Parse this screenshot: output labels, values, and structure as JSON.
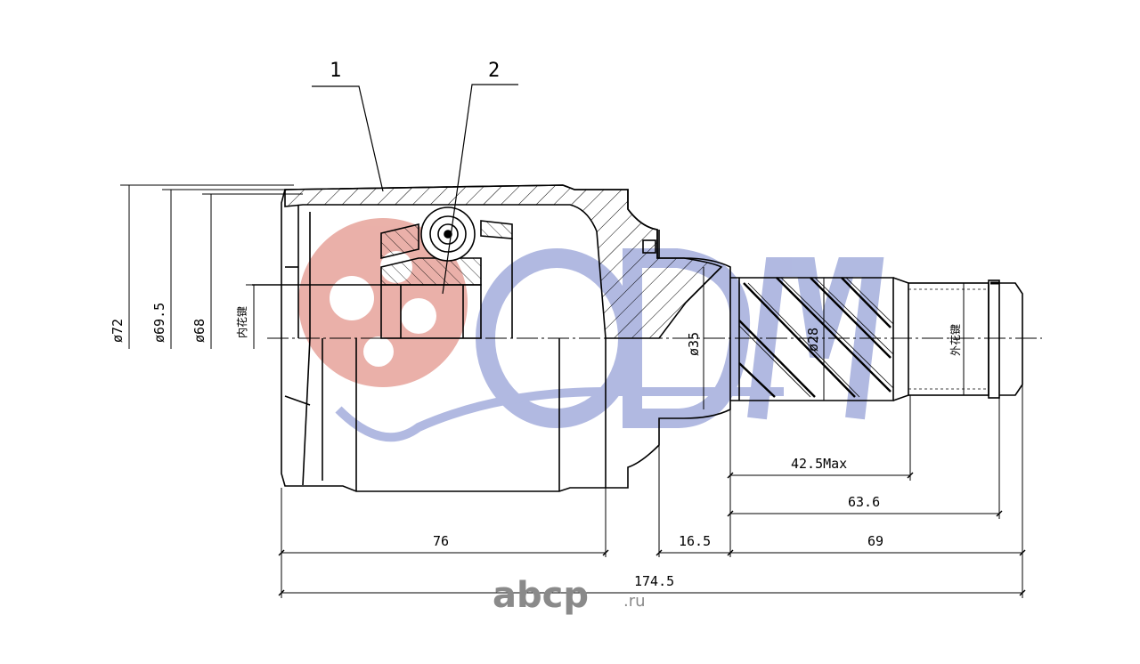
{
  "callouts": {
    "part1": "1",
    "part2": "2"
  },
  "diameters": {
    "d72": "ø72",
    "d69_5": "ø69.5",
    "d68": "ø68",
    "inner_spline": "内花键",
    "d35": "ø35",
    "d28": "ø28",
    "outer_spline": "外花键"
  },
  "dimensions": {
    "max_42_5": "42.5Max",
    "d63_6": "63.6",
    "d76": "76",
    "d16_5": "16.5",
    "d69": "69",
    "total": "174.5"
  },
  "watermark": {
    "brand": "abcp",
    "tld": ".ru"
  },
  "colors": {
    "logo_red": "#e8a8a0",
    "logo_blue": "#a9b2de",
    "line": "#000000",
    "watermark": "#8a8a8a"
  }
}
